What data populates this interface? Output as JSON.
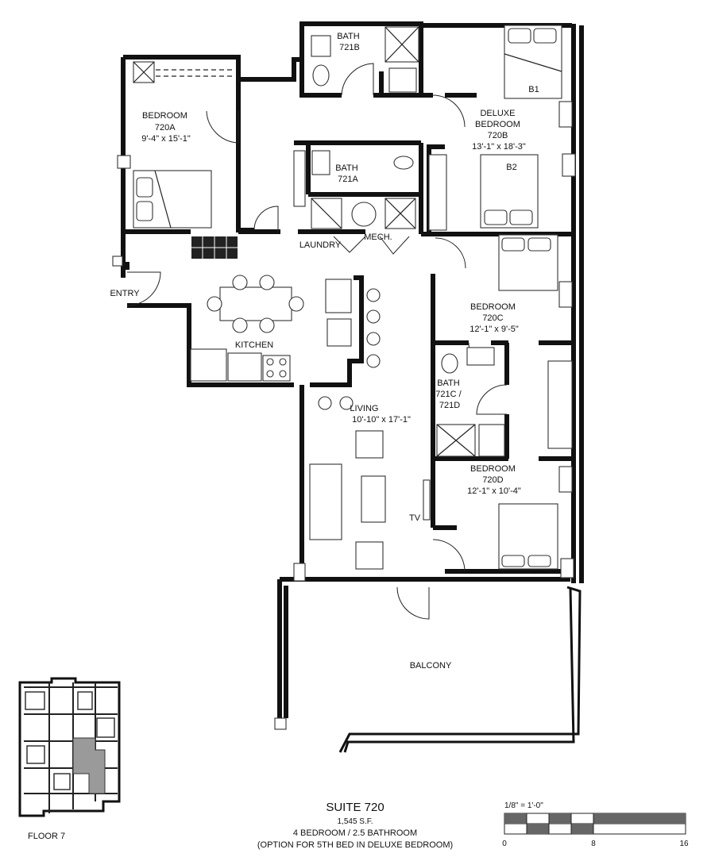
{
  "rooms": {
    "bath_721b": [
      "BATH",
      "721B"
    ],
    "bedroom_720a": [
      "BEDROOM",
      "720A",
      "9'-4\" x 15'-1\""
    ],
    "deluxe_720b": [
      "DELUXE",
      "BEDROOM",
      "720B",
      "13'-1\" x 18'-3\""
    ],
    "bed_b1": "B1",
    "bed_b2": "B2",
    "bath_721a": [
      "BATH",
      "721A"
    ],
    "laundry": "LAUNDRY",
    "mech": "MECH.",
    "entry": "ENTRY",
    "kitchen": "KITCHEN",
    "bedroom_720c": [
      "BEDROOM",
      "720C",
      "12'-1\" x 9'-5\""
    ],
    "bath_721cd": [
      "BATH",
      "721C /",
      "721D"
    ],
    "living": [
      "LIVING",
      "10'-10\" x 17'-1\""
    ],
    "bedroom_720d": [
      "BEDROOM",
      "720D",
      "12'-1\" x 10'-4\""
    ],
    "tv": "TV",
    "balcony": "BALCONY"
  },
  "suite": {
    "title": "SUITE 720",
    "area": "1,545 S.F.",
    "config": "4 BEDROOM / 2.5 BATHROOM",
    "note": "(OPTION FOR 5TH BED IN DELUXE BEDROOM)"
  },
  "keyplan": {
    "label": "FLOOR 7"
  },
  "scale": {
    "ratio": "1/8\" = 1'-0\"",
    "ticks": [
      "0",
      "8",
      "16"
    ]
  },
  "colors": {
    "wall": "#111111",
    "key_highlight": "#9a9a9a",
    "scale_fill": "#666666"
  }
}
